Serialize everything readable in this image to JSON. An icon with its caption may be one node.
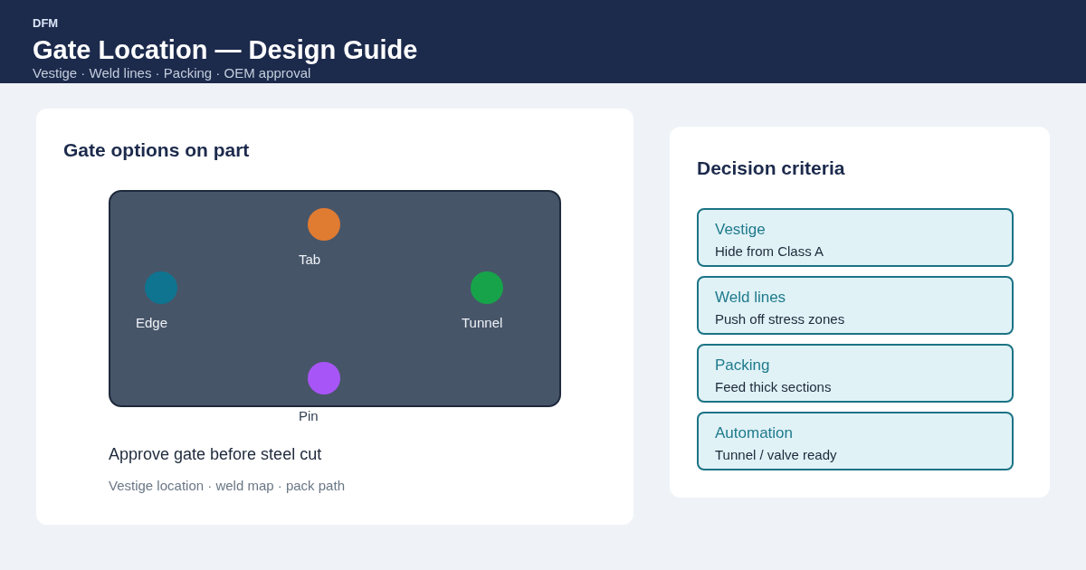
{
  "diagram": {
    "title": "Gate Location — Design Guide",
    "nodes": [
      {
        "text": [
          "Gate options on part",
          "Approve gate before steel cut",
          "Vestige location · weld map · pack path"
        ]
      },
      {
        "text": [],
        "shape": "box",
        "in": 0
      },
      {
        "text": [
          "Tab"
        ],
        "in": 1
      },
      {
        "text": [
          "Edge"
        ],
        "in": 1
      },
      {
        "text": [
          "Tunnel"
        ],
        "in": 1
      },
      {
        "text": [
          "Pin"
        ],
        "in": 1
      },
      {
        "text": [
          "Decision criteria"
        ]
      },
      {
        "text": [
          "Vestige",
          "Hide from Class A"
        ],
        "in": 6
      },
      {
        "text": [
          "Weld lines",
          "Push off stress zones"
        ],
        "in": 6
      },
      {
        "text": [
          "Packing",
          "Feed thick sections"
        ],
        "in": 6
      },
      {
        "text": [
          "Automation",
          "Tunnel / valve ready"
        ],
        "in": 6
      }
    ],
    "labels": [
      "DFM",
      "Vestige · Weld lines · Packing · OEM approval"
    ]
  }
}
